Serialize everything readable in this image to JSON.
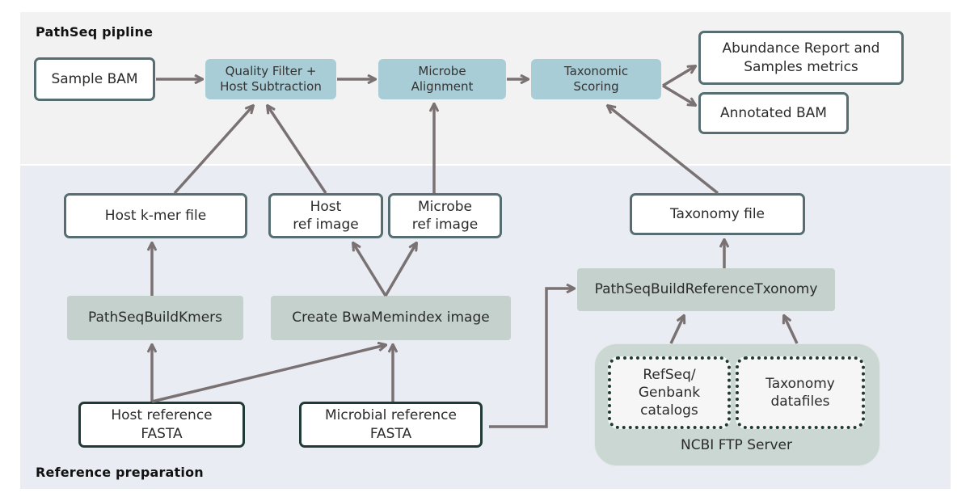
{
  "sections": {
    "top_title": "PathSeq pipline",
    "bottom_title": "Reference preparation"
  },
  "nodes": {
    "sample_bam": "Sample BAM",
    "quality_filter": "Quality Filter +\nHost Subtraction",
    "microbe_alignment": "Microbe\nAlignment",
    "taxonomic_scoring": "Taxonomic\nScoring",
    "abundance_report": "Abundance Report and\nSamples metrics",
    "annotated_bam": "Annotated BAM",
    "host_kmer_file": "Host k-mer file",
    "host_ref_image": "Host\nref image",
    "microbe_ref_image": "Microbe\nref image",
    "taxonomy_file": "Taxonomy file",
    "pathseq_build_kmers": "PathSeqBuildKmers",
    "create_bwamem_index": "Create BwaMemindex image",
    "pathseq_build_ref_taxonomy": "PathSeqBuildReferenceTxonomy",
    "host_reference_fasta": "Host reference\nFASTA",
    "microbial_reference_fasta": "Microbial reference\nFASTA",
    "refseq_genbank": "RefSeq/\nGenbank\ncatalogs",
    "taxonomy_datafiles": "Taxonomy\ndatafiles",
    "ncbi_ftp_server": "NCBI FTP Server"
  },
  "colors": {
    "top_panel": "#f2f2f2",
    "bottom_panel": "#e9edf3",
    "teal_box": "#a9cdd6",
    "grey_box": "#c4d1cd",
    "border": "#566e71",
    "border_dark": "#203b35",
    "arrow": "#7a7173"
  }
}
